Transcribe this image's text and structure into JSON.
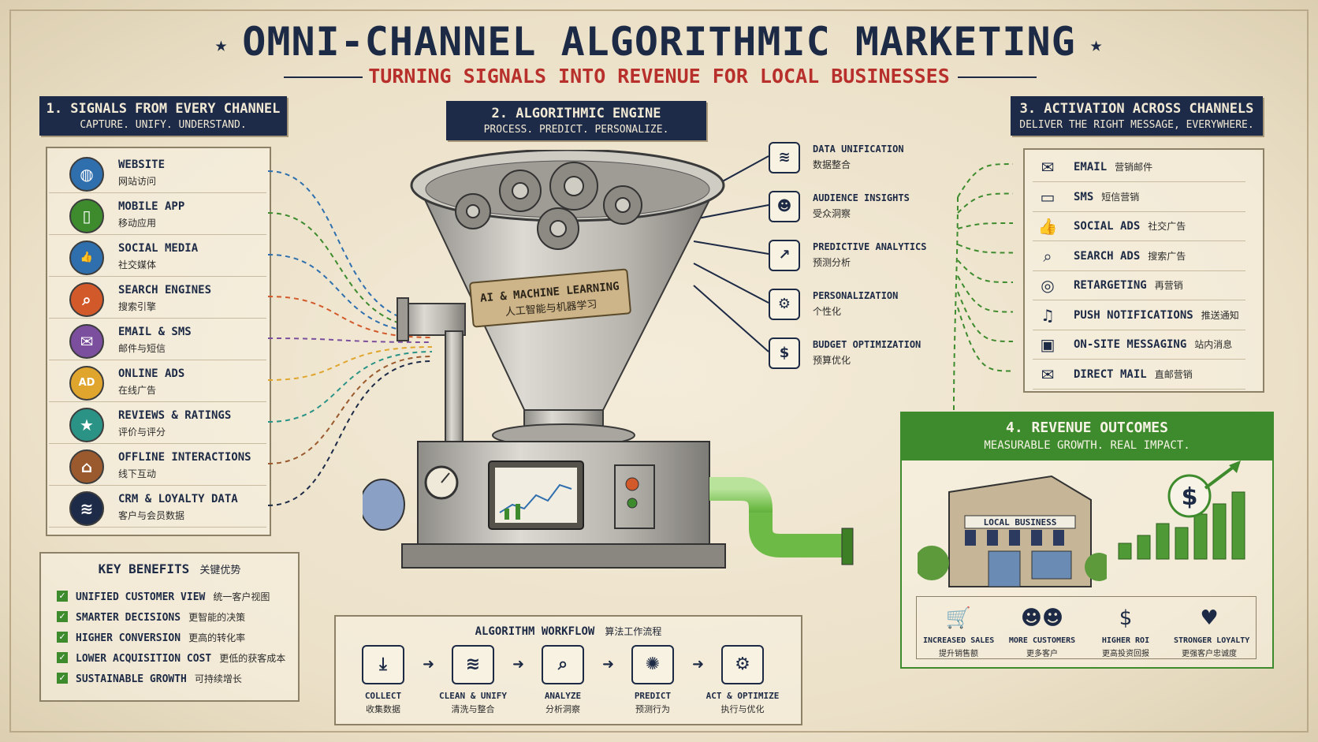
{
  "header": {
    "title": "OMNI-CHANNEL ALGORITHMIC MARKETING",
    "star": "★",
    "subtitle": "TURNING SIGNALS INTO REVENUE FOR LOCAL BUSINESSES"
  },
  "signals": {
    "title": "1. SIGNALS FROM EVERY CHANNEL",
    "tagline": "CAPTURE. UNIFY. UNDERSTAND.",
    "items": [
      {
        "en": "WEBSITE",
        "zh": "网站访问",
        "icon": "globe-icon",
        "glyph": "◍",
        "color": "#2f6fae"
      },
      {
        "en": "MOBILE APP",
        "zh": "移动应用",
        "icon": "phone-icon",
        "glyph": "▯",
        "color": "#3e8b2e"
      },
      {
        "en": "SOCIAL MEDIA",
        "zh": "社交媒体",
        "icon": "thumbs-up-icon",
        "glyph": "👍",
        "color": "#2f6fae"
      },
      {
        "en": "SEARCH ENGINES",
        "zh": "搜索引擎",
        "icon": "search-icon",
        "glyph": "⌕",
        "color": "#d2592a"
      },
      {
        "en": "EMAIL & SMS",
        "zh": "邮件与短信",
        "icon": "envelope-icon",
        "glyph": "✉",
        "color": "#7c4f9e"
      },
      {
        "en": "ONLINE ADS",
        "zh": "在线广告",
        "icon": "ad-icon",
        "glyph": "AD",
        "color": "#e0a52c"
      },
      {
        "en": "REVIEWS & RATINGS",
        "zh": "评价与评分",
        "icon": "star-icon",
        "glyph": "★",
        "color": "#2a9386"
      },
      {
        "en": "OFFLINE INTERACTIONS",
        "zh": "线下互动",
        "icon": "store-icon",
        "glyph": "⌂",
        "color": "#9a5a2e"
      },
      {
        "en": "CRM & LOYALTY DATA",
        "zh": "客户与会员数据",
        "icon": "database-icon",
        "glyph": "≋",
        "color": "#1d2b48"
      }
    ]
  },
  "engine": {
    "title": "2. ALGORITHMIC ENGINE",
    "tagline": "PROCESS. PREDICT. PERSONALIZE.",
    "plate_en": "AI & MACHINE LEARNING",
    "plate_zh": "人工智能与机器学习",
    "features": [
      {
        "en": "DATA UNIFICATION",
        "zh": "数据整合",
        "icon": "database-icon",
        "glyph": "≋"
      },
      {
        "en": "AUDIENCE INSIGHTS",
        "zh": "受众洞察",
        "icon": "people-icon",
        "glyph": "☻"
      },
      {
        "en": "PREDICTIVE ANALYTICS",
        "zh": "预测分析",
        "icon": "chart-icon",
        "glyph": "↗"
      },
      {
        "en": "PERSONALIZATION",
        "zh": "个性化",
        "icon": "gear-icon",
        "glyph": "⚙"
      },
      {
        "en": "BUDGET OPTIMIZATION",
        "zh": "预算优化",
        "icon": "dollar-icon",
        "glyph": "$"
      }
    ]
  },
  "activation": {
    "title": "3. ACTIVATION ACROSS CHANNELS",
    "tagline": "DELIVER THE RIGHT MESSAGE, EVERYWHERE.",
    "items": [
      {
        "en": "EMAIL",
        "zh": "营销邮件",
        "icon": "envelope-icon",
        "glyph": "✉"
      },
      {
        "en": "SMS",
        "zh": "短信营销",
        "icon": "chat-icon",
        "glyph": "▭"
      },
      {
        "en": "SOCIAL ADS",
        "zh": "社交广告",
        "icon": "thumbs-up-icon",
        "glyph": "👍"
      },
      {
        "en": "SEARCH ADS",
        "zh": "搜索广告",
        "icon": "search-icon",
        "glyph": "⌕"
      },
      {
        "en": "RETARGETING",
        "zh": "再营销",
        "icon": "target-icon",
        "glyph": "◎"
      },
      {
        "en": "PUSH NOTIFICATIONS",
        "zh": "推送通知",
        "icon": "bell-icon",
        "glyph": "♫"
      },
      {
        "en": "ON-SITE MESSAGING",
        "zh": "站内消息",
        "icon": "message-icon",
        "glyph": "▣"
      },
      {
        "en": "DIRECT MAIL",
        "zh": "直邮营销",
        "icon": "mail-icon",
        "glyph": "✉"
      }
    ]
  },
  "revenue": {
    "title": "4. REVENUE OUTCOMES",
    "tagline": "MEASURABLE GROWTH. REAL IMPACT.",
    "store_sign": "LOCAL BUSINESS",
    "outcomes": [
      {
        "en": "INCREASED SALES",
        "zh": "提升销售额",
        "icon": "cart-icon",
        "glyph": "🛒"
      },
      {
        "en": "MORE CUSTOMERS",
        "zh": "更多客户",
        "icon": "people-icon",
        "glyph": "☻☻"
      },
      {
        "en": "HIGHER ROI",
        "zh": "更高投资回报",
        "icon": "dollar-icon",
        "glyph": "$"
      },
      {
        "en": "STRONGER LOYALTY",
        "zh": "更强客户忠诚度",
        "icon": "heart-icon",
        "glyph": "♥"
      }
    ]
  },
  "benefits": {
    "title_en": "KEY BENEFITS",
    "title_zh": "关键优势",
    "items": [
      {
        "en": "UNIFIED CUSTOMER VIEW",
        "zh": "统一客户视图"
      },
      {
        "en": "SMARTER DECISIONS",
        "zh": "更智能的决策"
      },
      {
        "en": "HIGHER CONVERSION",
        "zh": "更高的转化率"
      },
      {
        "en": "LOWER ACQUISITION COST",
        "zh": "更低的获客成本"
      },
      {
        "en": "SUSTAINABLE GROWTH",
        "zh": "可持续增长"
      }
    ]
  },
  "workflow": {
    "title_en": "ALGORITHM WORKFLOW",
    "title_zh": "算法工作流程",
    "arrow": "➜",
    "steps": [
      {
        "en": "COLLECT",
        "zh": "收集数据",
        "icon": "download-icon",
        "glyph": "⤓"
      },
      {
        "en": "CLEAN & UNIFY",
        "zh": "清洗与整合",
        "icon": "database-icon",
        "glyph": "≋"
      },
      {
        "en": "ANALYZE",
        "zh": "分析洞察",
        "icon": "magnifier-chart-icon",
        "glyph": "⌕"
      },
      {
        "en": "PREDICT",
        "zh": "预测行为",
        "icon": "brain-icon",
        "glyph": "✺"
      },
      {
        "en": "ACT & OPTIMIZE",
        "zh": "执行与优化",
        "icon": "gear-icon",
        "glyph": "⚙"
      }
    ]
  },
  "colors": {
    "navy": "#1d2b48",
    "red": "#b8302b",
    "green": "#3e8b2e",
    "paper": "#efe6d2"
  }
}
